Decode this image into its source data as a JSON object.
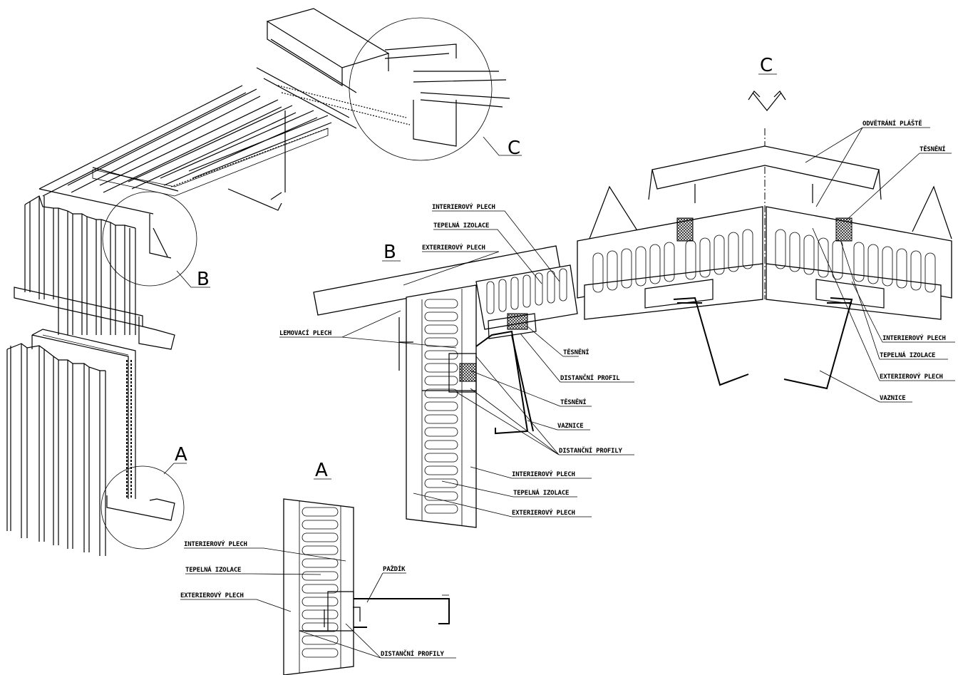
{
  "details": {
    "A": {
      "callout": "A",
      "title": "A",
      "labels": {
        "interior": "INTERIEROVÝ PLECH",
        "insulation": "TEPELNÁ IZOLACE",
        "exterior": "EXTERIEROVÝ PLECH",
        "girt": "PAŽDÍK",
        "spacers": "DISTANČNÍ PROFILY"
      }
    },
    "B": {
      "callout": "B",
      "title": "B",
      "labels": {
        "interior_roof": "INTERIEROVÝ PLECH",
        "insulation_roof": "TEPELNÁ IZOLACE",
        "exterior_roof": "EXTERIEROVÝ PLECH",
        "flashing": "LEMOVACÍ PLECH",
        "seal1": "TĚSNĚNÍ",
        "spacer": "DISTANČNÍ PROFIL",
        "seal2": "TĚSNĚNÍ",
        "purlin": "VAZNICE",
        "spacers": "DISTANČNÍ PROFILY",
        "interior_wall": "INTERIEROVÝ PLECH",
        "insulation_wall": "TEPELNÁ IZOLACE",
        "exterior_wall": "EXTERIEROVÝ PLECH"
      }
    },
    "C": {
      "callout": "C",
      "title": "C",
      "labels": {
        "ventilation": "ODVĚTRÁNÍ PLÁŠTĚ",
        "seal": "TĚSNĚNÍ",
        "interior": "INTERIEROVÝ PLECH",
        "insulation": "TEPELNÁ IZOLACE",
        "exterior": "EXTERIEROVÝ PLECH",
        "purlin": "VAZNICE"
      }
    }
  }
}
